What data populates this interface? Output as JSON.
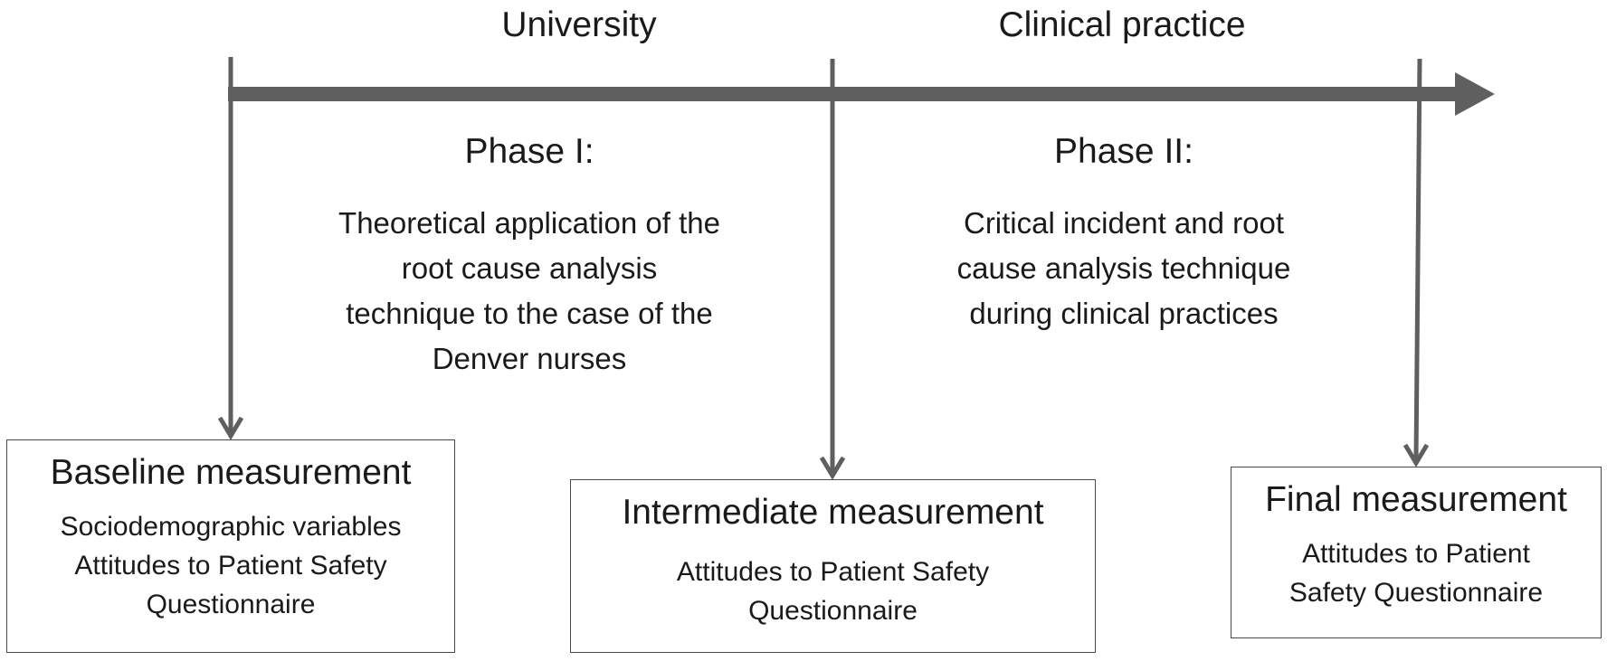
{
  "periods": {
    "left": "University",
    "right": "Clinical practice"
  },
  "phases": [
    {
      "title": "Phase I:",
      "description_lines": [
        "Theoretical application of the",
        "root cause analysis",
        "technique to the case of the",
        "Denver nurses"
      ]
    },
    {
      "title": "Phase II:",
      "description_lines": [
        "Critical incident and root",
        "cause analysis technique",
        "during clinical practices"
      ]
    }
  ],
  "measurements": [
    {
      "title": "Baseline measurement",
      "lines": [
        "Sociodemographic variables",
        "Attitudes to Patient Safety",
        "Questionnaire"
      ]
    },
    {
      "title": "Intermediate measurement",
      "lines": [
        "Attitudes to Patient Safety",
        "Questionnaire"
      ]
    },
    {
      "title": "Final measurement",
      "lines": [
        "Attitudes to Patient",
        "Safety Questionnaire"
      ]
    }
  ],
  "colors": {
    "arrow": "#5f5f5f",
    "box_border": "#4a4a4a",
    "text": "#1a1a1a"
  }
}
